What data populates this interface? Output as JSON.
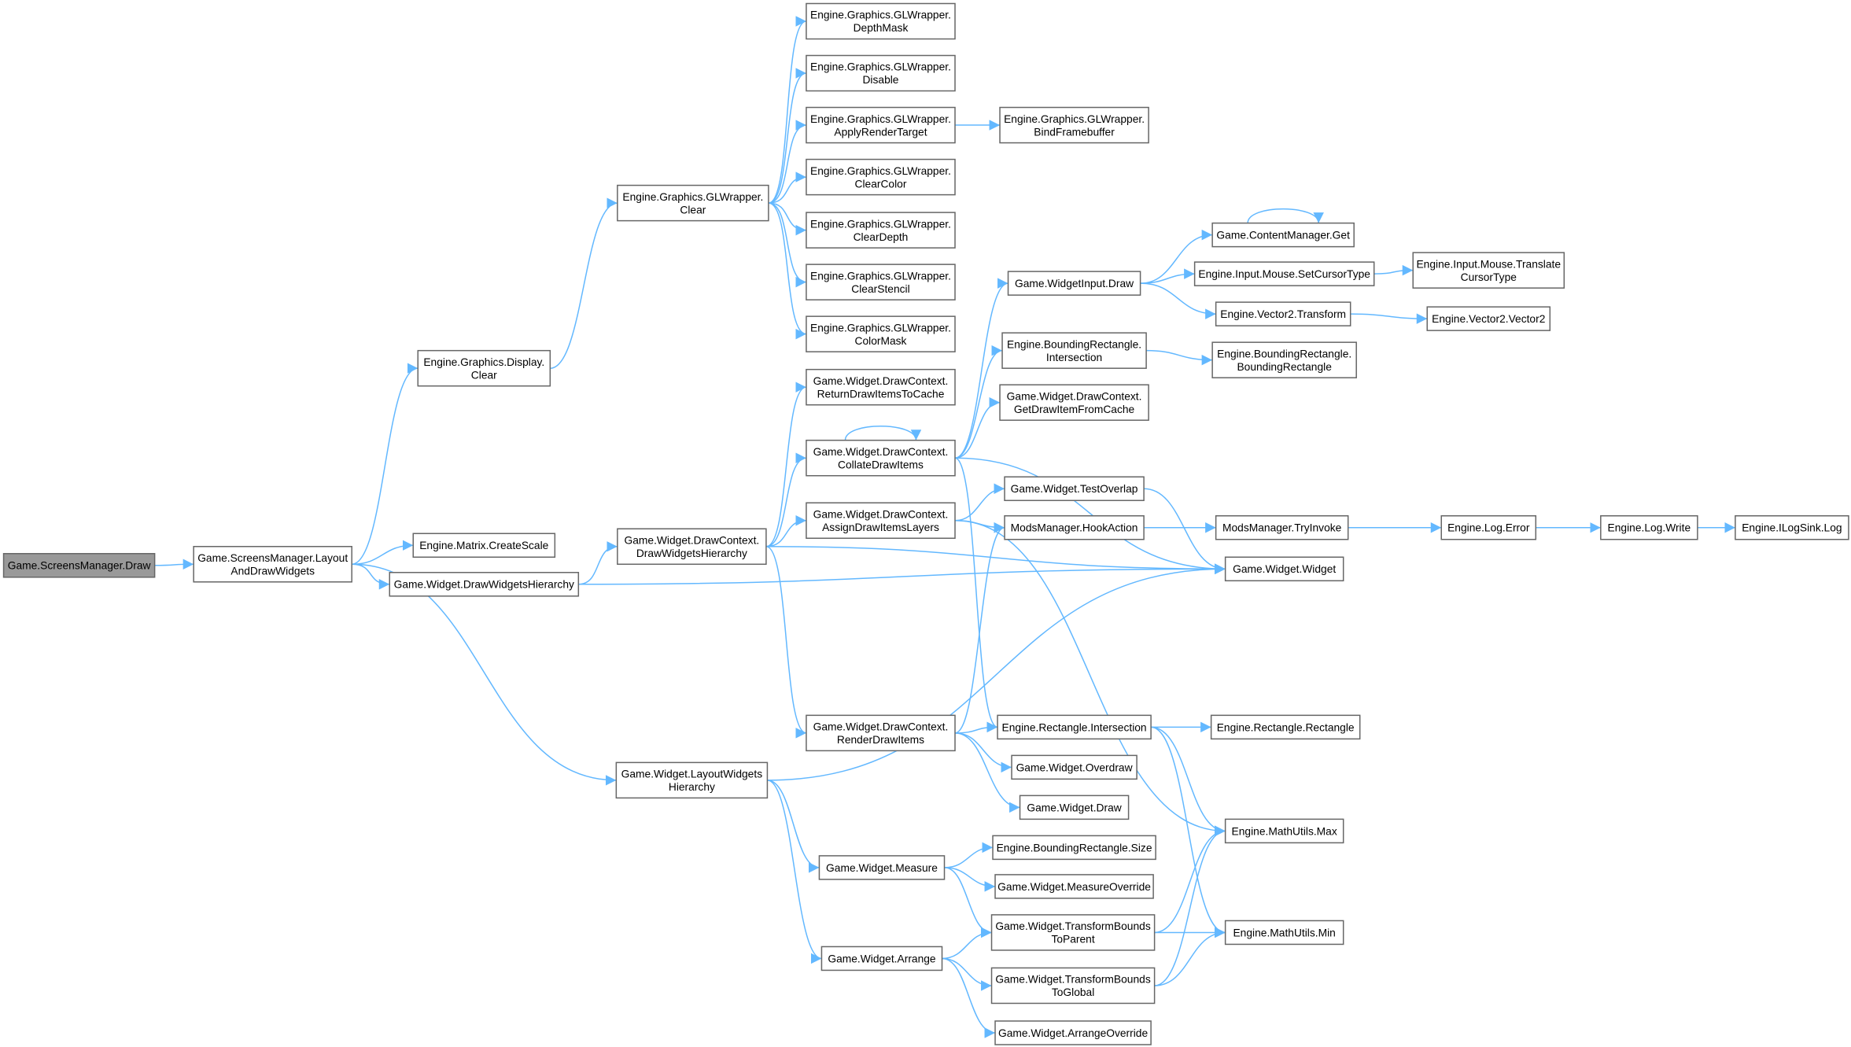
{
  "colors": {
    "edge": "#63b8ff",
    "root_fill": "#999999",
    "node_border": "#666666"
  },
  "nodes": [
    {
      "id": "n0",
      "lines": [
        "Game.ScreensManager.Draw"
      ],
      "root": true
    },
    {
      "id": "n1",
      "lines": [
        "Game.ScreensManager.Layout",
        "AndDrawWidgets"
      ]
    },
    {
      "id": "n2",
      "lines": [
        "Engine.Matrix.CreateScale"
      ]
    },
    {
      "id": "n3",
      "lines": [
        "Game.Widget.DrawWidgetsHierarchy"
      ]
    },
    {
      "id": "n4",
      "lines": [
        "Engine.Graphics.Display.",
        "Clear"
      ]
    },
    {
      "id": "n5",
      "lines": [
        "Engine.Graphics.GLWrapper.",
        "Clear"
      ]
    },
    {
      "id": "n6",
      "lines": [
        "Engine.Graphics.GLWrapper.",
        "DepthMask"
      ]
    },
    {
      "id": "n7",
      "lines": [
        "Engine.Graphics.GLWrapper.",
        "Disable"
      ]
    },
    {
      "id": "n8",
      "lines": [
        "Engine.Graphics.GLWrapper.",
        "ApplyRenderTarget"
      ]
    },
    {
      "id": "n9",
      "lines": [
        "Engine.Graphics.GLWrapper.",
        "BindFramebuffer"
      ]
    },
    {
      "id": "n10",
      "lines": [
        "Engine.Graphics.GLWrapper.",
        "ClearColor"
      ]
    },
    {
      "id": "n11",
      "lines": [
        "Engine.Graphics.GLWrapper.",
        "ClearDepth"
      ]
    },
    {
      "id": "n12",
      "lines": [
        "Engine.Graphics.GLWrapper.",
        "ClearStencil"
      ]
    },
    {
      "id": "n13",
      "lines": [
        "Engine.Graphics.GLWrapper.",
        "ColorMask"
      ]
    },
    {
      "id": "n14",
      "lines": [
        "Game.Widget.DrawContext.",
        "DrawWidgetsHierarchy"
      ]
    },
    {
      "id": "n15",
      "lines": [
        "Game.Widget.DrawContext.",
        "ReturnDrawItemsToCache"
      ]
    },
    {
      "id": "n16",
      "lines": [
        "Game.Widget.DrawContext.",
        "CollateDrawItems"
      ]
    },
    {
      "id": "n17",
      "lines": [
        "Game.Widget.DrawContext.",
        "AssignDrawItemsLayers"
      ]
    },
    {
      "id": "n18",
      "lines": [
        "Game.Widget.DrawContext.",
        "RenderDrawItems"
      ]
    },
    {
      "id": "n19",
      "lines": [
        "Game.WidgetInput.Draw"
      ]
    },
    {
      "id": "n20",
      "lines": [
        "Engine.BoundingRectangle.",
        "Intersection"
      ]
    },
    {
      "id": "n21",
      "lines": [
        "Game.Widget.DrawContext.",
        "GetDrawItemFromCache"
      ]
    },
    {
      "id": "n22",
      "lines": [
        "Game.Widget.TestOverlap"
      ]
    },
    {
      "id": "n23",
      "lines": [
        "ModsManager.HookAction"
      ]
    },
    {
      "id": "n24",
      "lines": [
        "Game.ContentManager.Get"
      ]
    },
    {
      "id": "n25",
      "lines": [
        "Engine.Input.Mouse.SetCursorType"
      ]
    },
    {
      "id": "n26",
      "lines": [
        "Engine.Vector2.Transform"
      ]
    },
    {
      "id": "n27",
      "lines": [
        "Engine.Input.Mouse.Translate",
        "CursorType"
      ]
    },
    {
      "id": "n28",
      "lines": [
        "Engine.Vector2.Vector2"
      ]
    },
    {
      "id": "n29",
      "lines": [
        "Engine.BoundingRectangle.",
        "BoundingRectangle"
      ]
    },
    {
      "id": "n30",
      "lines": [
        "ModsManager.TryInvoke"
      ]
    },
    {
      "id": "n31",
      "lines": [
        "Game.Widget.Widget"
      ]
    },
    {
      "id": "n32",
      "lines": [
        "Engine.Log.Error"
      ]
    },
    {
      "id": "n33",
      "lines": [
        "Engine.Log.Write"
      ]
    },
    {
      "id": "n34",
      "lines": [
        "Engine.ILogSink.Log"
      ]
    },
    {
      "id": "n35",
      "lines": [
        "Engine.Rectangle.Intersection"
      ]
    },
    {
      "id": "n36",
      "lines": [
        "Engine.Rectangle.Rectangle"
      ]
    },
    {
      "id": "n37",
      "lines": [
        "Game.Widget.Overdraw"
      ]
    },
    {
      "id": "n38",
      "lines": [
        "Game.Widget.Draw"
      ]
    },
    {
      "id": "n39",
      "lines": [
        "Game.Widget.LayoutWidgets",
        "Hierarchy"
      ]
    },
    {
      "id": "n40",
      "lines": [
        "Game.Widget.Measure"
      ]
    },
    {
      "id": "n41",
      "lines": [
        "Game.Widget.Arrange"
      ]
    },
    {
      "id": "n42",
      "lines": [
        "Engine.BoundingRectangle.Size"
      ]
    },
    {
      "id": "n43",
      "lines": [
        "Game.Widget.MeasureOverride"
      ]
    },
    {
      "id": "n44",
      "lines": [
        "Game.Widget.TransformBounds",
        "ToParent"
      ]
    },
    {
      "id": "n45",
      "lines": [
        "Game.Widget.TransformBounds",
        "ToGlobal"
      ]
    },
    {
      "id": "n46",
      "lines": [
        "Game.Widget.ArrangeOverride"
      ]
    },
    {
      "id": "n47",
      "lines": [
        "Engine.MathUtils.Max"
      ]
    },
    {
      "id": "n48",
      "lines": [
        "Engine.MathUtils.Min"
      ]
    }
  ],
  "edges": [
    [
      "n0",
      "n1"
    ],
    [
      "n1",
      "n2"
    ],
    [
      "n1",
      "n3"
    ],
    [
      "n1",
      "n4"
    ],
    [
      "n1",
      "n39"
    ],
    [
      "n4",
      "n5"
    ],
    [
      "n5",
      "n6"
    ],
    [
      "n5",
      "n7"
    ],
    [
      "n5",
      "n8"
    ],
    [
      "n5",
      "n10"
    ],
    [
      "n5",
      "n11"
    ],
    [
      "n5",
      "n12"
    ],
    [
      "n5",
      "n13"
    ],
    [
      "n8",
      "n9"
    ],
    [
      "n3",
      "n14"
    ],
    [
      "n3",
      "n31"
    ],
    [
      "n14",
      "n15"
    ],
    [
      "n14",
      "n16"
    ],
    [
      "n14",
      "n17"
    ],
    [
      "n14",
      "n18"
    ],
    [
      "n14",
      "n31"
    ],
    [
      "n16",
      "n16"
    ],
    [
      "n16",
      "n19"
    ],
    [
      "n16",
      "n20"
    ],
    [
      "n16",
      "n21"
    ],
    [
      "n16",
      "n31"
    ],
    [
      "n16",
      "n35"
    ],
    [
      "n17",
      "n22"
    ],
    [
      "n17",
      "n23"
    ],
    [
      "n17",
      "n47"
    ],
    [
      "n22",
      "n31"
    ],
    [
      "n19",
      "n24"
    ],
    [
      "n19",
      "n25"
    ],
    [
      "n19",
      "n26"
    ],
    [
      "n24",
      "n24"
    ],
    [
      "n25",
      "n27"
    ],
    [
      "n26",
      "n28"
    ],
    [
      "n20",
      "n29"
    ],
    [
      "n23",
      "n30"
    ],
    [
      "n30",
      "n32"
    ],
    [
      "n32",
      "n33"
    ],
    [
      "n33",
      "n34"
    ],
    [
      "n18",
      "n23"
    ],
    [
      "n18",
      "n35"
    ],
    [
      "n18",
      "n37"
    ],
    [
      "n18",
      "n38"
    ],
    [
      "n35",
      "n36"
    ],
    [
      "n35",
      "n47"
    ],
    [
      "n35",
      "n48"
    ],
    [
      "n39",
      "n31"
    ],
    [
      "n39",
      "n40"
    ],
    [
      "n39",
      "n41"
    ],
    [
      "n40",
      "n42"
    ],
    [
      "n40",
      "n43"
    ],
    [
      "n40",
      "n44"
    ],
    [
      "n41",
      "n44"
    ],
    [
      "n41",
      "n45"
    ],
    [
      "n41",
      "n46"
    ],
    [
      "n44",
      "n47"
    ],
    [
      "n44",
      "n48"
    ],
    [
      "n45",
      "n47"
    ],
    [
      "n45",
      "n48"
    ]
  ]
}
